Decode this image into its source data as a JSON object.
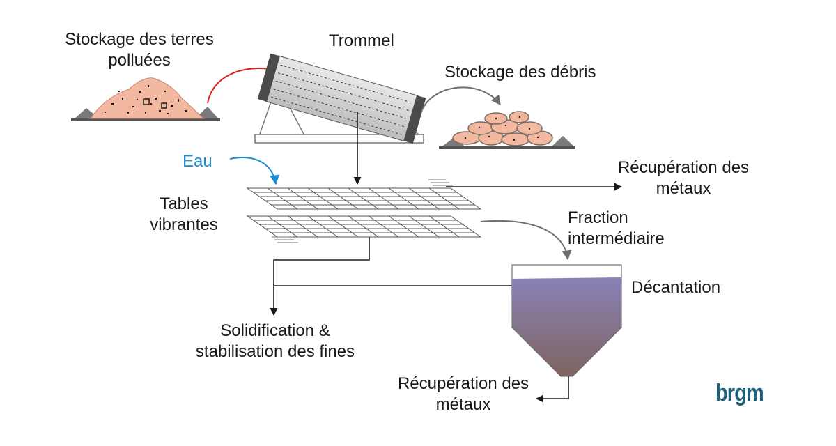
{
  "labels": {
    "stockage_terres": [
      "Stockage des terres",
      "polluées"
    ],
    "trommel": "Trommel",
    "stockage_debris": "Stockage des débris",
    "eau": "Eau",
    "tables_vibrantes": [
      "Tables",
      "vibrantes"
    ],
    "recuperation_metaux_1": [
      "Récupération des",
      "métaux"
    ],
    "fraction_intermediaire": [
      "Fraction",
      "intermédiaire"
    ],
    "decantation": "Décantation",
    "solidification": [
      "Solidification &",
      "stabilisation des fines"
    ],
    "recuperation_metaux_2": [
      "Récupération des",
      "métaux"
    ]
  },
  "logo": "brgm",
  "colors": {
    "soil": "#f2b8a0",
    "ground": "#7a7a7a",
    "trommel_body": "#d4d4d4",
    "trommel_caps": "#4a4a4a",
    "red_arrow": "#d9221c",
    "blue_arrow": "#1a8fd4",
    "grey_arrow": "#6e6e6e",
    "tank_liquid_top": "#8a82b8",
    "tank_liquid_bottom": "#7e6460",
    "logo": "#1f5f7a"
  }
}
